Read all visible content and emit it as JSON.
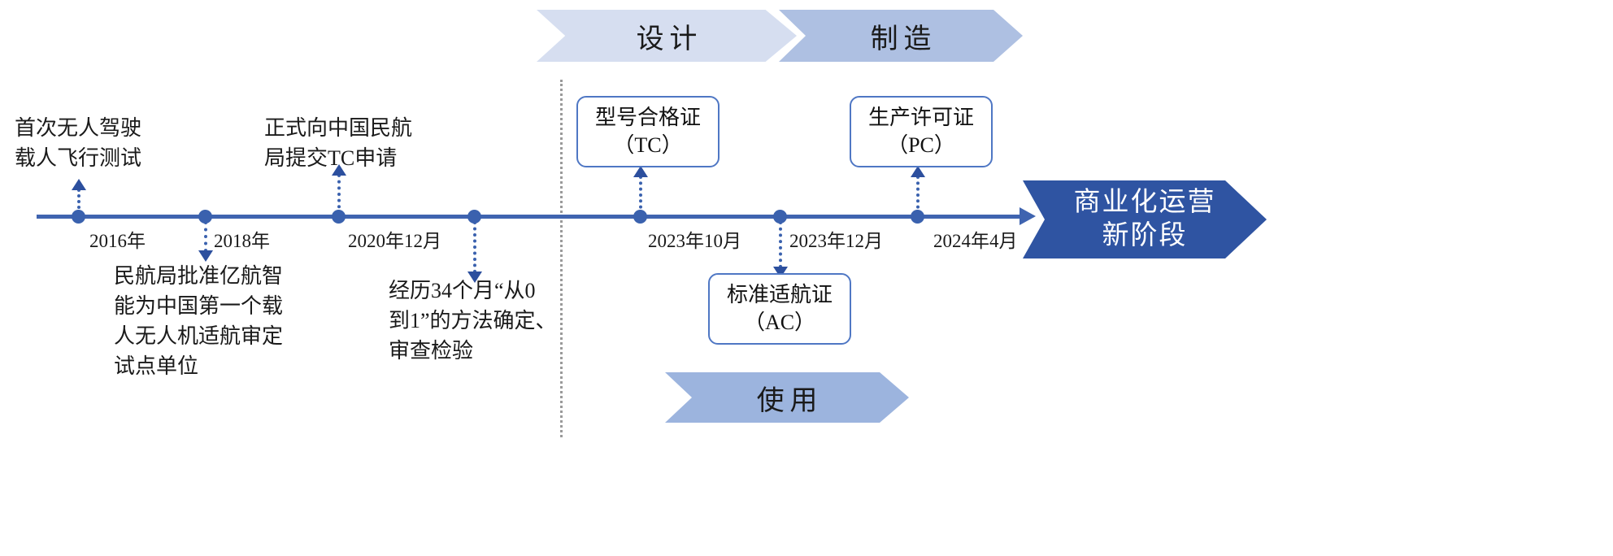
{
  "phases": {
    "design": {
      "label": "设计",
      "color": "#d6def0"
    },
    "manufacture": {
      "label": "制造",
      "color": "#aec0e2"
    },
    "use": {
      "label": "使用",
      "color": "#9cb4de"
    }
  },
  "banner": {
    "line1": "商业化运营",
    "line2": "新阶段",
    "color": "#2f54a2"
  },
  "axis": {
    "color": "#3f64b0"
  },
  "milestones": [
    {
      "date": "2016年"
    },
    {
      "date": "2018年"
    },
    {
      "date": "2020年12月"
    },
    {
      "date": "2023年10月"
    },
    {
      "date": "2023年12月"
    },
    {
      "date": "2024年4月"
    }
  ],
  "notes": {
    "first_flight": {
      "line1": "首次无人驾驶",
      "line2": "载人飞行测试"
    },
    "tc_application": {
      "line1": "正式向中国民航",
      "line2": "局提交TC申请"
    },
    "pilot_unit": {
      "line1": "民航局批准亿航智",
      "line2": "能为中国第一个载",
      "line3": "人无人机适航审定",
      "line4": "试点单位"
    },
    "review_process": {
      "line1": "经历34个月“从0",
      "line2": "到1”的方法确定、",
      "line3": "审查检验"
    }
  },
  "certificates": {
    "tc": {
      "name": "型号合格证",
      "abbr": "（TC）"
    },
    "pc": {
      "name": "生产许可证",
      "abbr": "（PC）"
    },
    "ac": {
      "name": "标准适航证",
      "abbr": "（AC）"
    }
  }
}
